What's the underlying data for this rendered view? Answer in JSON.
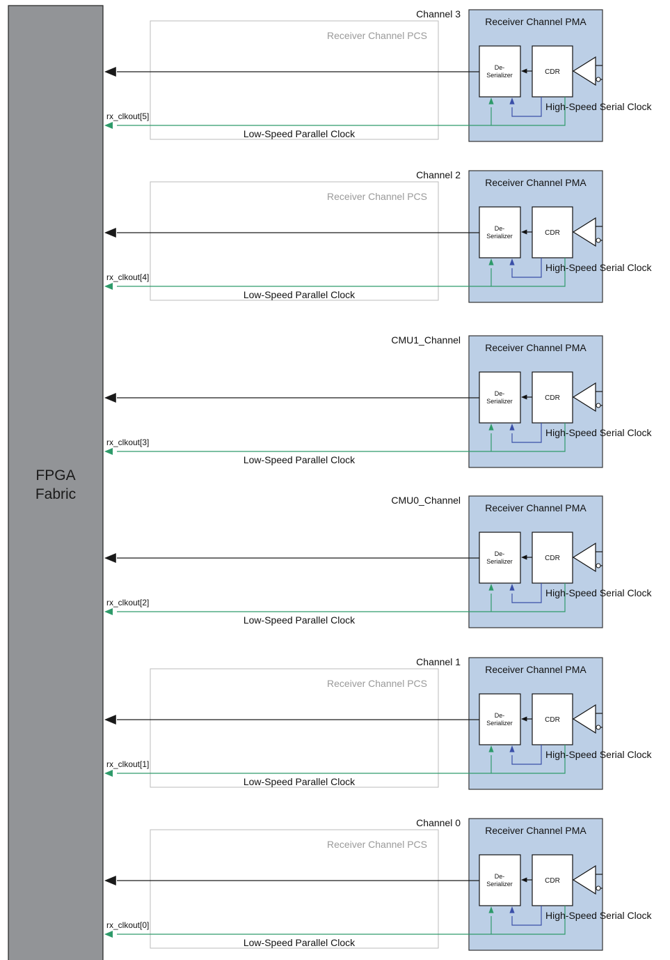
{
  "fabric": {
    "line1": "FPGA",
    "line2": "Fabric"
  },
  "labels": {
    "pma": "Receiver Channel PMA",
    "pcs": "Receiver Channel PCS",
    "deser_line1": "De-",
    "deser_line2": "Serializer",
    "cdr": "CDR",
    "hs_clock": "High-Speed Serial Clock",
    "ls_clock": "Low-Speed Parallel Clock"
  },
  "colors": {
    "fabric": "#929497",
    "pma_fill": "#bccfe6",
    "pcs_border": "#bbbbbb",
    "pcs_text": "#9a9a9a",
    "green": "#2e9a6a",
    "blue": "#3a4fa8",
    "black": "#1a1a1a"
  },
  "channels": [
    {
      "name": "Channel 3",
      "clkout": "rx_clkout[5]",
      "has_pcs": true
    },
    {
      "name": "Channel 2",
      "clkout": "rx_clkout[4]",
      "has_pcs": true
    },
    {
      "name": "CMU1_Channel",
      "clkout": "rx_clkout[3]",
      "has_pcs": false
    },
    {
      "name": "CMU0_Channel",
      "clkout": "rx_clkout[2]",
      "has_pcs": false
    },
    {
      "name": "Channel 1",
      "clkout": "rx_clkout[1]",
      "has_pcs": true
    },
    {
      "name": "Channel 0",
      "clkout": "rx_clkout[0]",
      "has_pcs": true
    }
  ]
}
